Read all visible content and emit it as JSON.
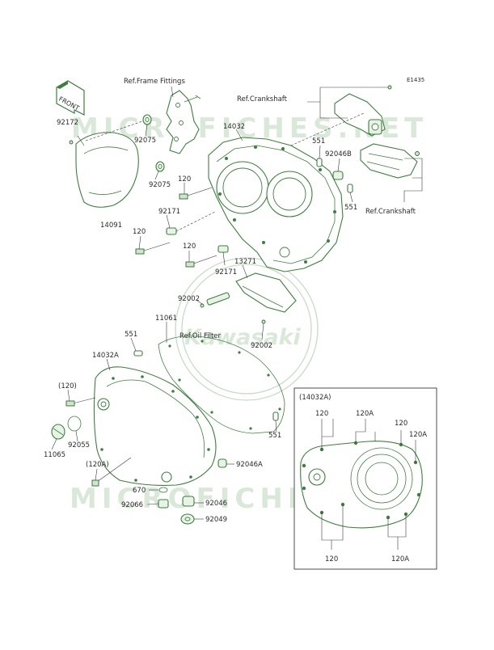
{
  "diagram_id": "E1435",
  "front_arrow": "FRONT",
  "watermark": {
    "top_text": "MICROFICHES.NET",
    "bottom_text": "MICROFICHES.NET",
    "center_brand": "Kawasaki"
  },
  "refs": {
    "frame_fittings": "Ref.Frame Fittings",
    "crankshaft_top": "Ref.Crankshaft",
    "crankshaft_right": "Ref.Crankshaft",
    "oil_filter": "Ref.Oil Filter"
  },
  "labels": {
    "p92172": "92172",
    "p92075a": "92075",
    "p92075b": "92075",
    "p14091": "14091",
    "p120a": "120",
    "p120b": "120",
    "p120c": "120",
    "p92171a": "92171",
    "p92171b": "92171",
    "p14032": "14032",
    "p551a": "551",
    "p551b": "551",
    "p551c": "551",
    "p551d": "551",
    "p92046b": "92046B",
    "p13271": "13271",
    "p92002a": "92002",
    "p92002b": "92002",
    "p11061": "11061",
    "p14032a": "14032A",
    "p120paren": "(120)",
    "p120aparen": "(120A)",
    "p92055": "92055",
    "p11065": "11065",
    "p92046a": "92046A",
    "p670": "670",
    "p92066": "92066",
    "p92046": "92046",
    "p92049": "92049"
  },
  "inset": {
    "title": "(14032A)",
    "top_labels": [
      "120",
      "120A",
      "120",
      "120A"
    ],
    "bottom_labels": [
      "120",
      "120A"
    ]
  }
}
